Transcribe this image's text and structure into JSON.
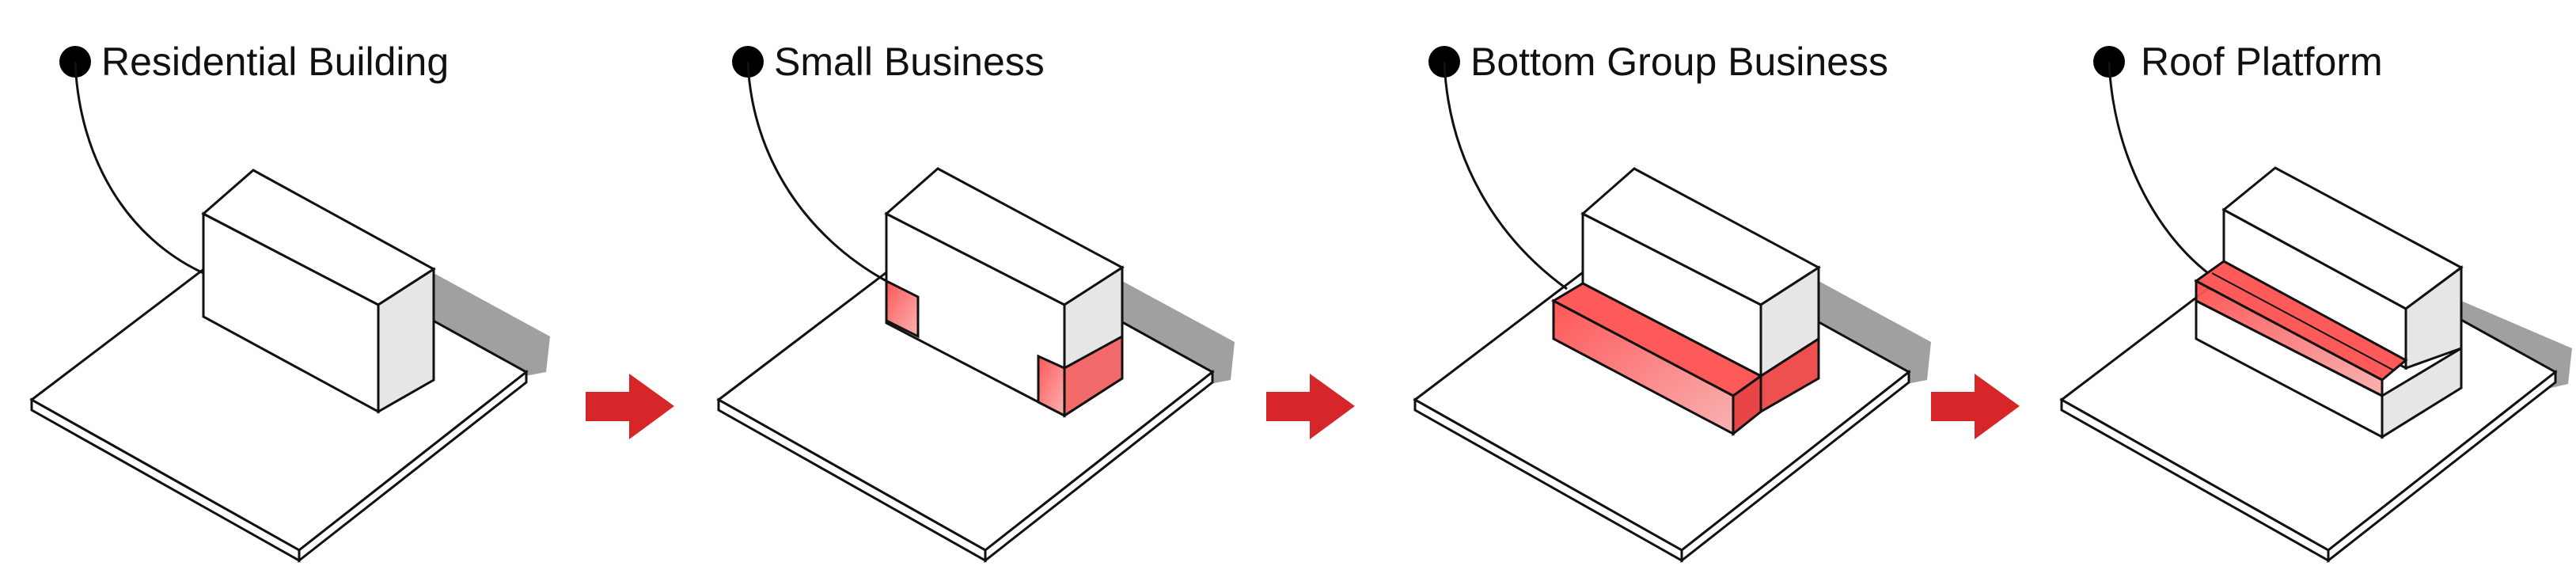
{
  "panels": [
    {
      "label": "Residential Building",
      "highlight": "none"
    },
    {
      "label": "Small Business",
      "highlight": "ground-floor-corners"
    },
    {
      "label": "Bottom Group Business",
      "highlight": "full-ground-floor"
    },
    {
      "label": "Roof Platform",
      "highlight": "roof-of-podium"
    }
  ],
  "arrows": 3,
  "colors": {
    "highlight": "#ef3b3b",
    "arrow": "#d6262a",
    "shadow": "#9a9a9a",
    "line": "#111111",
    "fill": "#ffffff"
  },
  "icons": [
    "marker-dot-icon",
    "right-arrow-icon"
  ]
}
